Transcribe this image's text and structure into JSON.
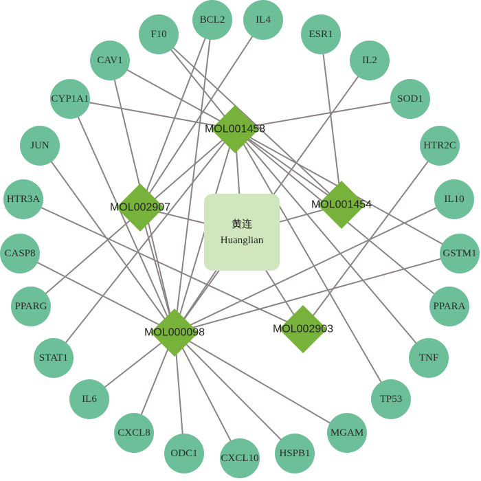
{
  "herb": {
    "label_cn": "黄连",
    "label_en": "Huanglian",
    "color": "#cfe6bf"
  },
  "colors": {
    "target": "#6dbf9a",
    "compound": "#77b33a",
    "edge": "#8c8387"
  },
  "compounds": [
    "MOL001458",
    "MOL002907",
    "MOL001454",
    "MOL000098",
    "MOL002903"
  ],
  "targets": [
    "BCL2",
    "IL4",
    "ESR1",
    "IL2",
    "SOD1",
    "HTR2C",
    "IL10",
    "GSTM1",
    "PPARA",
    "TNF",
    "TP53",
    "MGAM",
    "HSPB1",
    "CXCL10",
    "ODC1",
    "CXCL8",
    "IL6",
    "STAT1",
    "PPARG",
    "CASP8",
    "HTR3A",
    "JUN",
    "CYP1A1",
    "CAV1",
    "F10"
  ],
  "edges": [
    [
      "Huanglian",
      "MOL001458"
    ],
    [
      "Huanglian",
      "MOL002907"
    ],
    [
      "Huanglian",
      "MOL001454"
    ],
    [
      "Huanglian",
      "MOL000098"
    ],
    [
      "Huanglian",
      "MOL002903"
    ],
    [
      "MOL001458",
      "SOD1"
    ],
    [
      "MOL001458",
      "CAV1"
    ],
    [
      "MOL001458",
      "PPARG"
    ],
    [
      "MOL001458",
      "STAT1"
    ],
    [
      "MOL001458",
      "MOL000098"
    ],
    [
      "MOL001458",
      "TNF"
    ],
    [
      "MOL001458",
      "TP53"
    ],
    [
      "MOL001458",
      "PPARA"
    ],
    [
      "MOL001458",
      "CYP1A1"
    ],
    [
      "MOL001458",
      "GSTM1"
    ],
    [
      "MOL001458",
      "F10"
    ],
    [
      "MOL002907",
      "BCL2"
    ],
    [
      "MOL002907",
      "IL4"
    ],
    [
      "MOL002907",
      "MOL000098"
    ],
    [
      "MOL001454",
      "ESR1"
    ],
    [
      "MOL001454",
      "F10"
    ],
    [
      "MOL001454",
      "MOL001458"
    ],
    [
      "MOL000098",
      "IL10"
    ],
    [
      "MOL000098",
      "GSTM1"
    ],
    [
      "MOL000098",
      "JUN"
    ],
    [
      "MOL000098",
      "CYP1A1"
    ],
    [
      "MOL000098",
      "CAV1"
    ],
    [
      "MOL000098",
      "BCL2"
    ],
    [
      "MOL000098",
      "IL2"
    ],
    [
      "MOL000098",
      "IL6"
    ],
    [
      "MOL000098",
      "CXCL8"
    ],
    [
      "MOL000098",
      "CXCL10"
    ],
    [
      "MOL000098",
      "HSPB1"
    ],
    [
      "MOL000098",
      "MGAM"
    ],
    [
      "MOL000098",
      "CASP8"
    ],
    [
      "MOL000098",
      "ODC1"
    ],
    [
      "MOL002903",
      "HTR3A"
    ],
    [
      "MOL002903",
      "HTR2C"
    ]
  ]
}
